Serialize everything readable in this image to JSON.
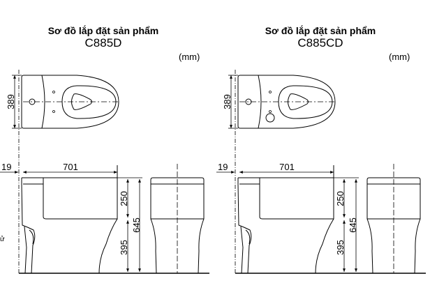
{
  "panels": [
    {
      "title": "Sơ đồ lắp đặt sản phẩm",
      "model": "C885D",
      "unit": "(mm)",
      "dims": {
        "width": "389",
        "offset": "19",
        "length": "701",
        "tank_height": "250",
        "total_height": "645",
        "bowl_height": "395"
      }
    },
    {
      "title": "Sơ đồ lắp đặt sản phẩm",
      "model": "C885CD",
      "unit": "(mm)",
      "dims": {
        "width": "389",
        "offset": "19",
        "length": "701",
        "tank_height": "250",
        "total_height": "645",
        "bowl_height": "395"
      }
    }
  ],
  "edge_fragment": "ử",
  "colors": {
    "line": "#000000",
    "background": "#ffffff"
  }
}
